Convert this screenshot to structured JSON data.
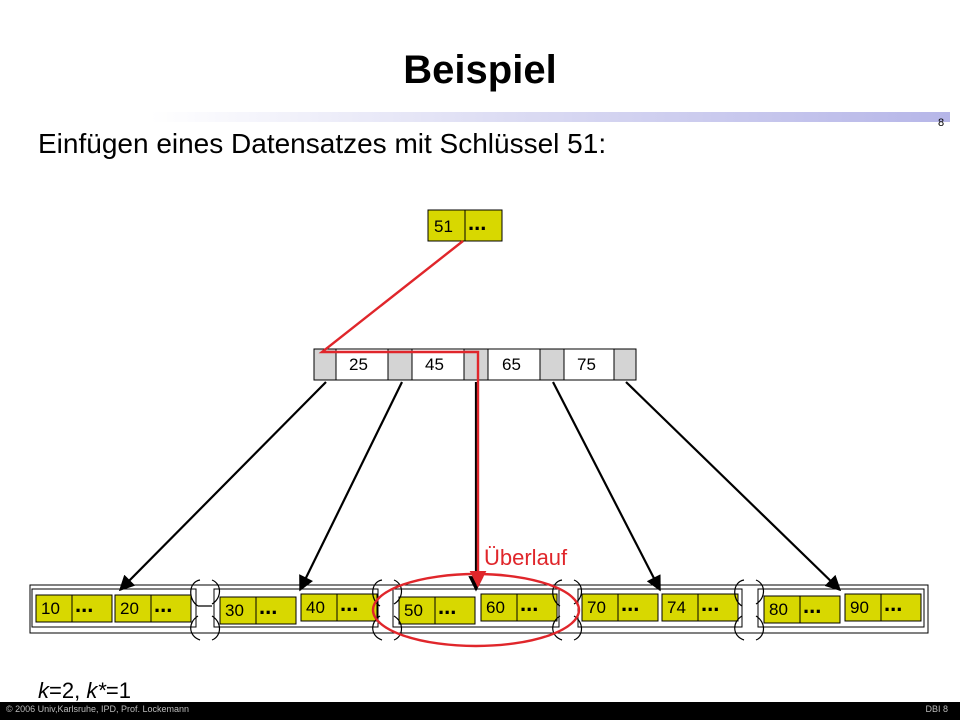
{
  "slide": {
    "title": "Beispiel",
    "slide_number": "8",
    "subtitle": "Einfügen eines Datensatzes mit Schlüssel 51:",
    "footer_left": "© 2006 Univ,Karlsruhe, IPD, Prof. Lockemann",
    "footer_right": "DBI 8"
  },
  "diagram": {
    "new_record": {
      "key": "51",
      "dots": "..."
    },
    "root_keys": [
      "25",
      "45",
      "65",
      "75"
    ],
    "leaves": [
      {
        "keys": [
          "10",
          "20"
        ]
      },
      {
        "keys": [
          "30",
          "40"
        ]
      },
      {
        "keys": [
          "50",
          "60"
        ]
      },
      {
        "keys": [
          "70",
          "74"
        ]
      },
      {
        "keys": [
          "80",
          "90"
        ]
      }
    ],
    "dots": "...",
    "overflow_label": "Überlauf",
    "params": {
      "k_var": "k",
      "k_val": "=2, ",
      "kstar_var": "k*",
      "kstar_val": "=1"
    },
    "colors": {
      "node_fill": "#d8d800",
      "highlight": "#e0262b",
      "root_fill": "#d4d4d4"
    }
  }
}
